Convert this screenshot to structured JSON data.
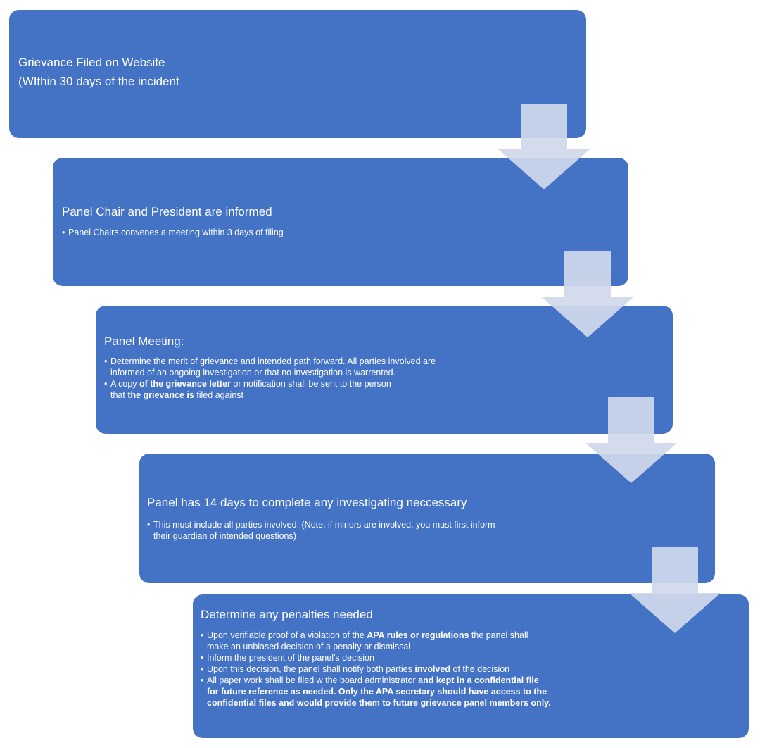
{
  "steps": [
    {
      "title_line1": "Grievance Filed on Website",
      "title_line2": "(WIthin 30 days of the incident"
    },
    {
      "title": "Panel Chair and President are informed",
      "bullets": [
        "Panel Chairs convenes a meeting within 3 days of filing"
      ]
    },
    {
      "title": "Panel Meeting:",
      "bullet1_line1": "Determine the merit of grievance and intended path forward. All parties involved are",
      "bullet1_line2": "informed of an ongoing investigation or that no investigation is warrented.",
      "bullet2": {
        "a": "A copy ",
        "b": "of the grievance letter",
        "c": " or notification shall be sent to the person",
        "d": "that ",
        "e": "the grievance is",
        "f": " filed against"
      }
    },
    {
      "title": "Panel has 14 days to complete any investigating neccessary",
      "bullet1_line1": "This must include all parties involved. (Note, if minors are involved, you must first inform",
      "bullet1_line2": "their guardian of intended questions)"
    },
    {
      "title": "Determine any penalties needed",
      "b1": {
        "a": "Upon verifiable proof of a violation of the ",
        "b": "APA rules or regulations",
        "c": " the panel shall",
        "line2": "make an unbiased decision of a penalty or dismissal"
      },
      "b2": "Inform the president of the panel's decision",
      "b3": {
        "a": "Upon this decision, the panel shall notify both parties ",
        "b": "involved",
        "c": " of the decision"
      },
      "b4": {
        "a": "All paper work shall be filed w the board administrator ",
        "b": "and kept in a  confidential file",
        "line2": "for future reference as needed.  Only the APA secretary should have access to the",
        "line3": "confidential files and would provide them to future grievance panel members only."
      }
    }
  ],
  "colors": {
    "box": "#4472c4",
    "arrow": "#d0d8ec"
  }
}
